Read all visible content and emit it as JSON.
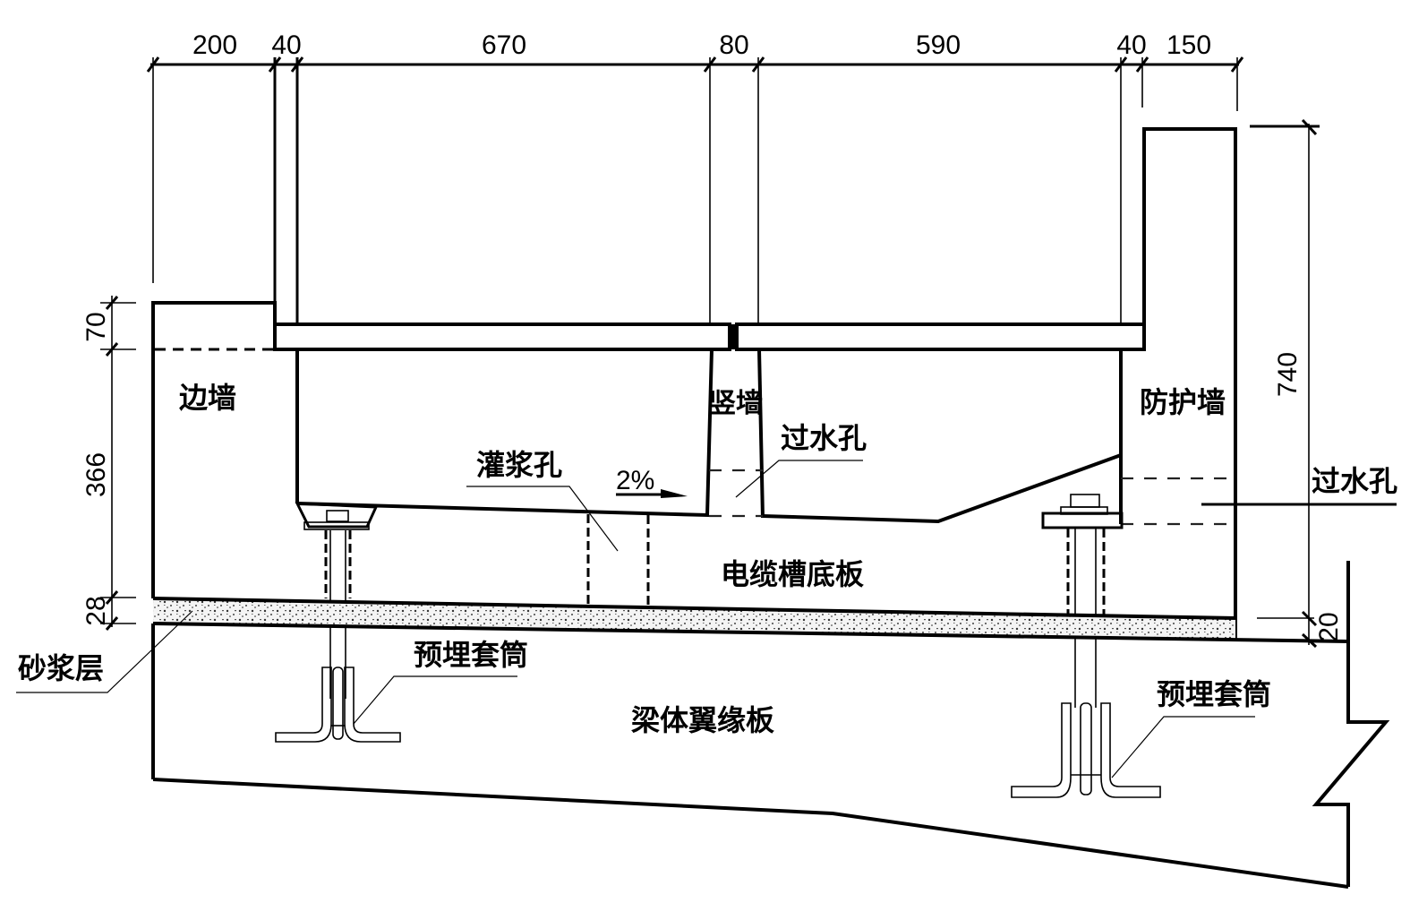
{
  "title": "电缆槽断面构造图",
  "dimensions": {
    "top": [
      "200",
      "40",
      "670",
      "80",
      "590",
      "40",
      "150"
    ],
    "left": [
      "70",
      "366",
      "28"
    ],
    "right_height": "740",
    "right_bottom": "20"
  },
  "labels": {
    "side_wall": "边墙",
    "vertical_wall": "竖墙",
    "protective_wall": "防护墙",
    "grout_hole": "灌浆孔",
    "drain_hole_inner": "过水孔",
    "drain_hole_outer": "过水孔",
    "slope": "2%",
    "trough_base": "电缆槽底板",
    "mortar_layer": "砂浆层",
    "embedded_sleeve_left": "预埋套筒",
    "embedded_sleeve_right": "预埋套筒",
    "beam_flange": "梁体翼缘板"
  },
  "colors": {
    "line": "#000000",
    "background": "#ffffff",
    "mortar_fill": "#e8e8e8"
  }
}
